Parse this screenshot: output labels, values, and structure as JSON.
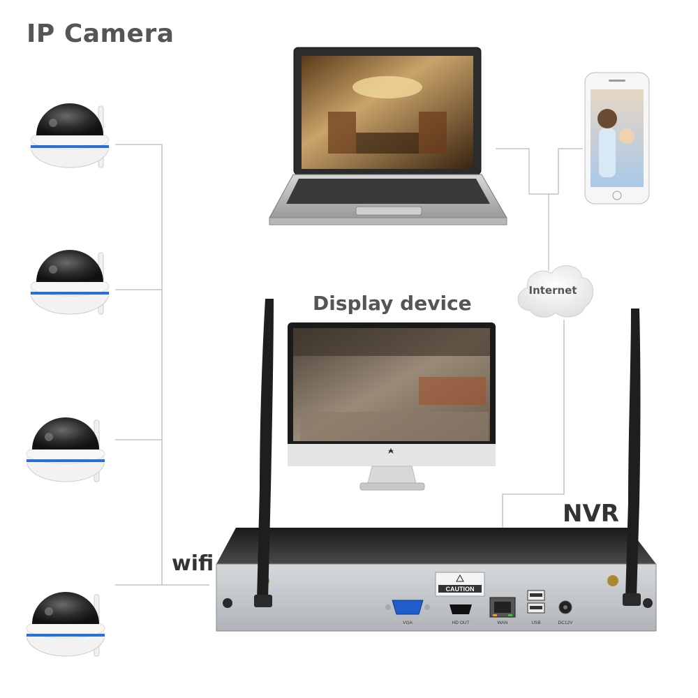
{
  "labels": {
    "ip_camera": "IP Camera",
    "display_device": "Display device",
    "internet": "Internet",
    "nvr": "NVR",
    "wifi": "wifi"
  },
  "nvr_ports": {
    "vga": "VGA",
    "hdmi": "HD OUT",
    "wan": "WAN",
    "usb": "USB",
    "dc": "DC12V",
    "caution": "CAUTION"
  },
  "colors": {
    "line": "#b8b8b8",
    "camera_ring": "#2a6fd6",
    "nvr_front": "#c9ccd0",
    "nvr_top": "#2e2e2e",
    "antenna": "#1e1e1e"
  }
}
